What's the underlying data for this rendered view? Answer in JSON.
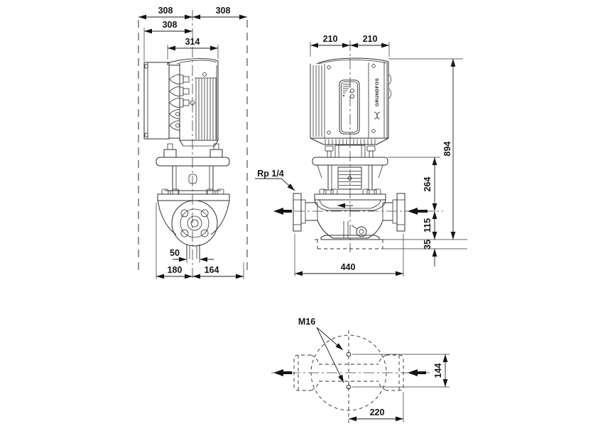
{
  "title": "pump-dimensional-drawing",
  "colors": {
    "line": "#2f2f2f",
    "text": "#141414",
    "background": "#ffffff"
  },
  "side_view": {
    "dim_clearance_left": "308",
    "dim_clearance_right": "308",
    "dim_box_to_center": "308",
    "dim_motor_width": "314",
    "dim_drain_width": "50",
    "dim_foot_left": "180",
    "dim_foot_right": "164"
  },
  "front_view": {
    "dim_width_left": "210",
    "dim_width_right": "210",
    "dim_total_height": "894",
    "dim_center_to_stool": "264",
    "dim_center_to_base": "115",
    "dim_base_height": "35",
    "dim_port_to_port": "440",
    "label_gauge_port": "Rp 1/4",
    "brand": "GRUNDFOS",
    "icons": {
      "grundfos_logo": "grundfos-logo-mark",
      "coupling_logo": "grundfos-diamond"
    }
  },
  "top_view": {
    "label_bolt_size": "M16",
    "dim_bolt_spacing": "144",
    "dim_center_to_flange_face": "220"
  }
}
